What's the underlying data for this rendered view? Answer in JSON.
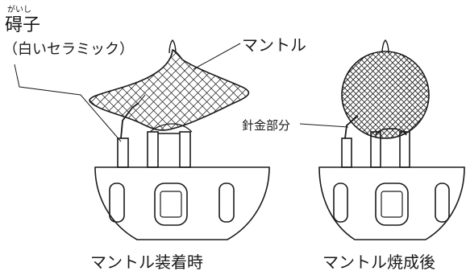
{
  "figure": {
    "insulator_ruby": "がいし",
    "insulator_label": "碍子",
    "insulator_sub": "（白いセラミック）",
    "mantle_label": "マントル",
    "wire_label": "針金部分",
    "caption_left": "マントル装着時",
    "caption_right": "マントル焼成後"
  },
  "colors": {
    "line": "#1a1a1a",
    "background": "#ffffff"
  }
}
